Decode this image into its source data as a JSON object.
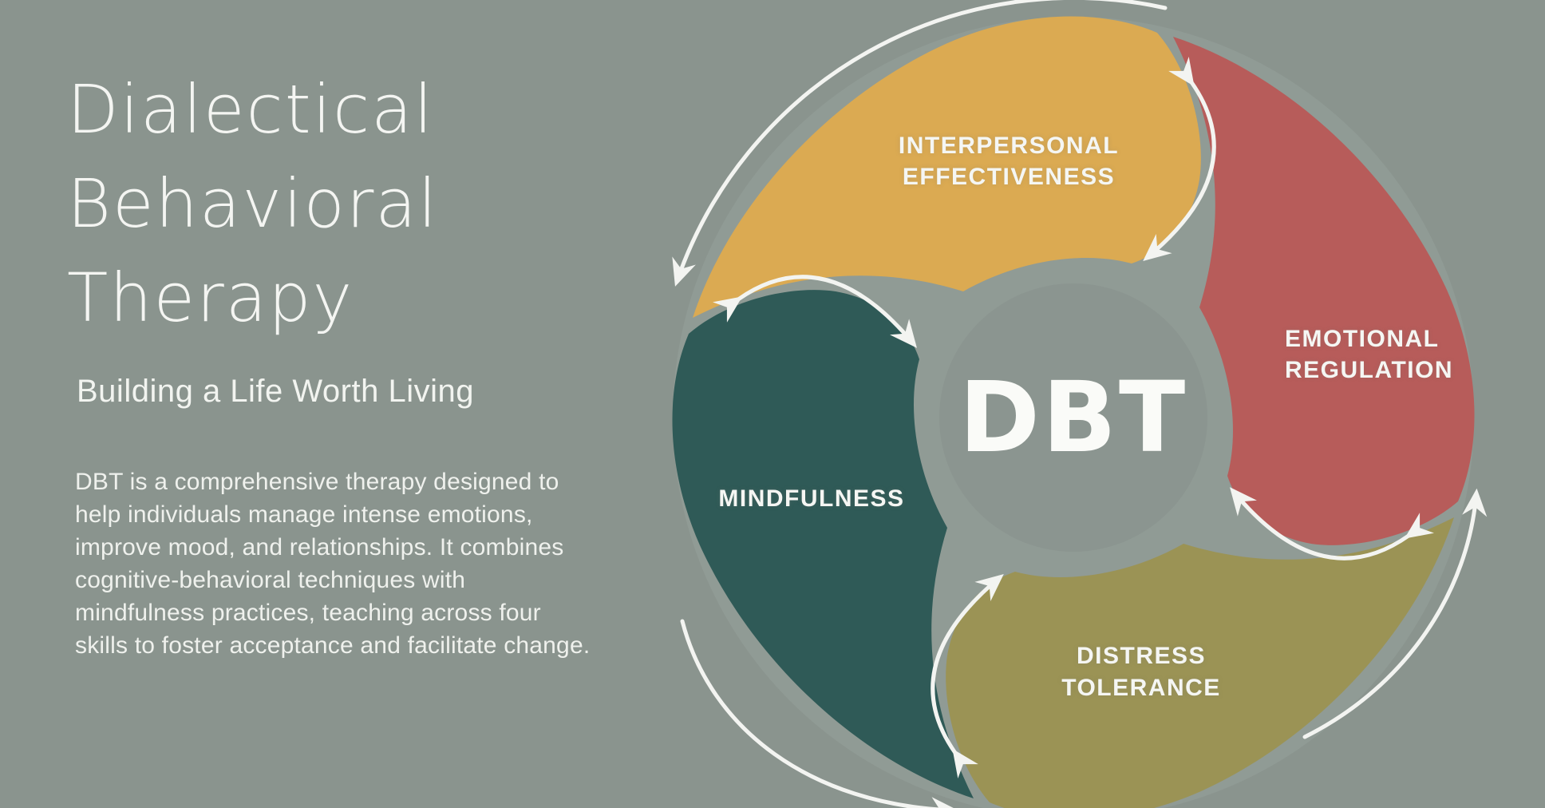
{
  "page": {
    "background_color": "#8A948E"
  },
  "left_panel": {
    "title": "Dialectical\nBehavioral\nTherapy",
    "subtitle": "Building a Life Worth Living",
    "description": "DBT is a comprehensive therapy designed to\nhelp individuals manage intense emotions,\nimprove mood, and relationships. It combines\ncognitive-behavioral techniques with\nmindfulness practices, teaching across four\nskills to foster acceptance and facilitate change."
  },
  "diagram": {
    "center_label": "DBT",
    "center_circle_color": "#8B9590",
    "inner_disc_color": "#96A09A",
    "arrow_color": "#F3F4F1",
    "segments": [
      {
        "id": "interpersonal-effectiveness",
        "position": "top",
        "label_line1": "INTERPERSONAL",
        "label_line2": "EFFECTIVENESS",
        "color": "#DBAA52"
      },
      {
        "id": "emotional-regulation",
        "position": "right",
        "label_line1": "EMOTIONAL",
        "label_line2": "REGULATION",
        "color": "#B75C5A"
      },
      {
        "id": "distress-tolerance",
        "position": "bottom",
        "label_line1": "DISTRESS",
        "label_line2": "TOLERANCE",
        "color": "#9B9355"
      },
      {
        "id": "mindfulness",
        "position": "left",
        "label_line1": "MINDFULNESS",
        "label_line2": "",
        "color": "#2F5A57"
      }
    ]
  }
}
